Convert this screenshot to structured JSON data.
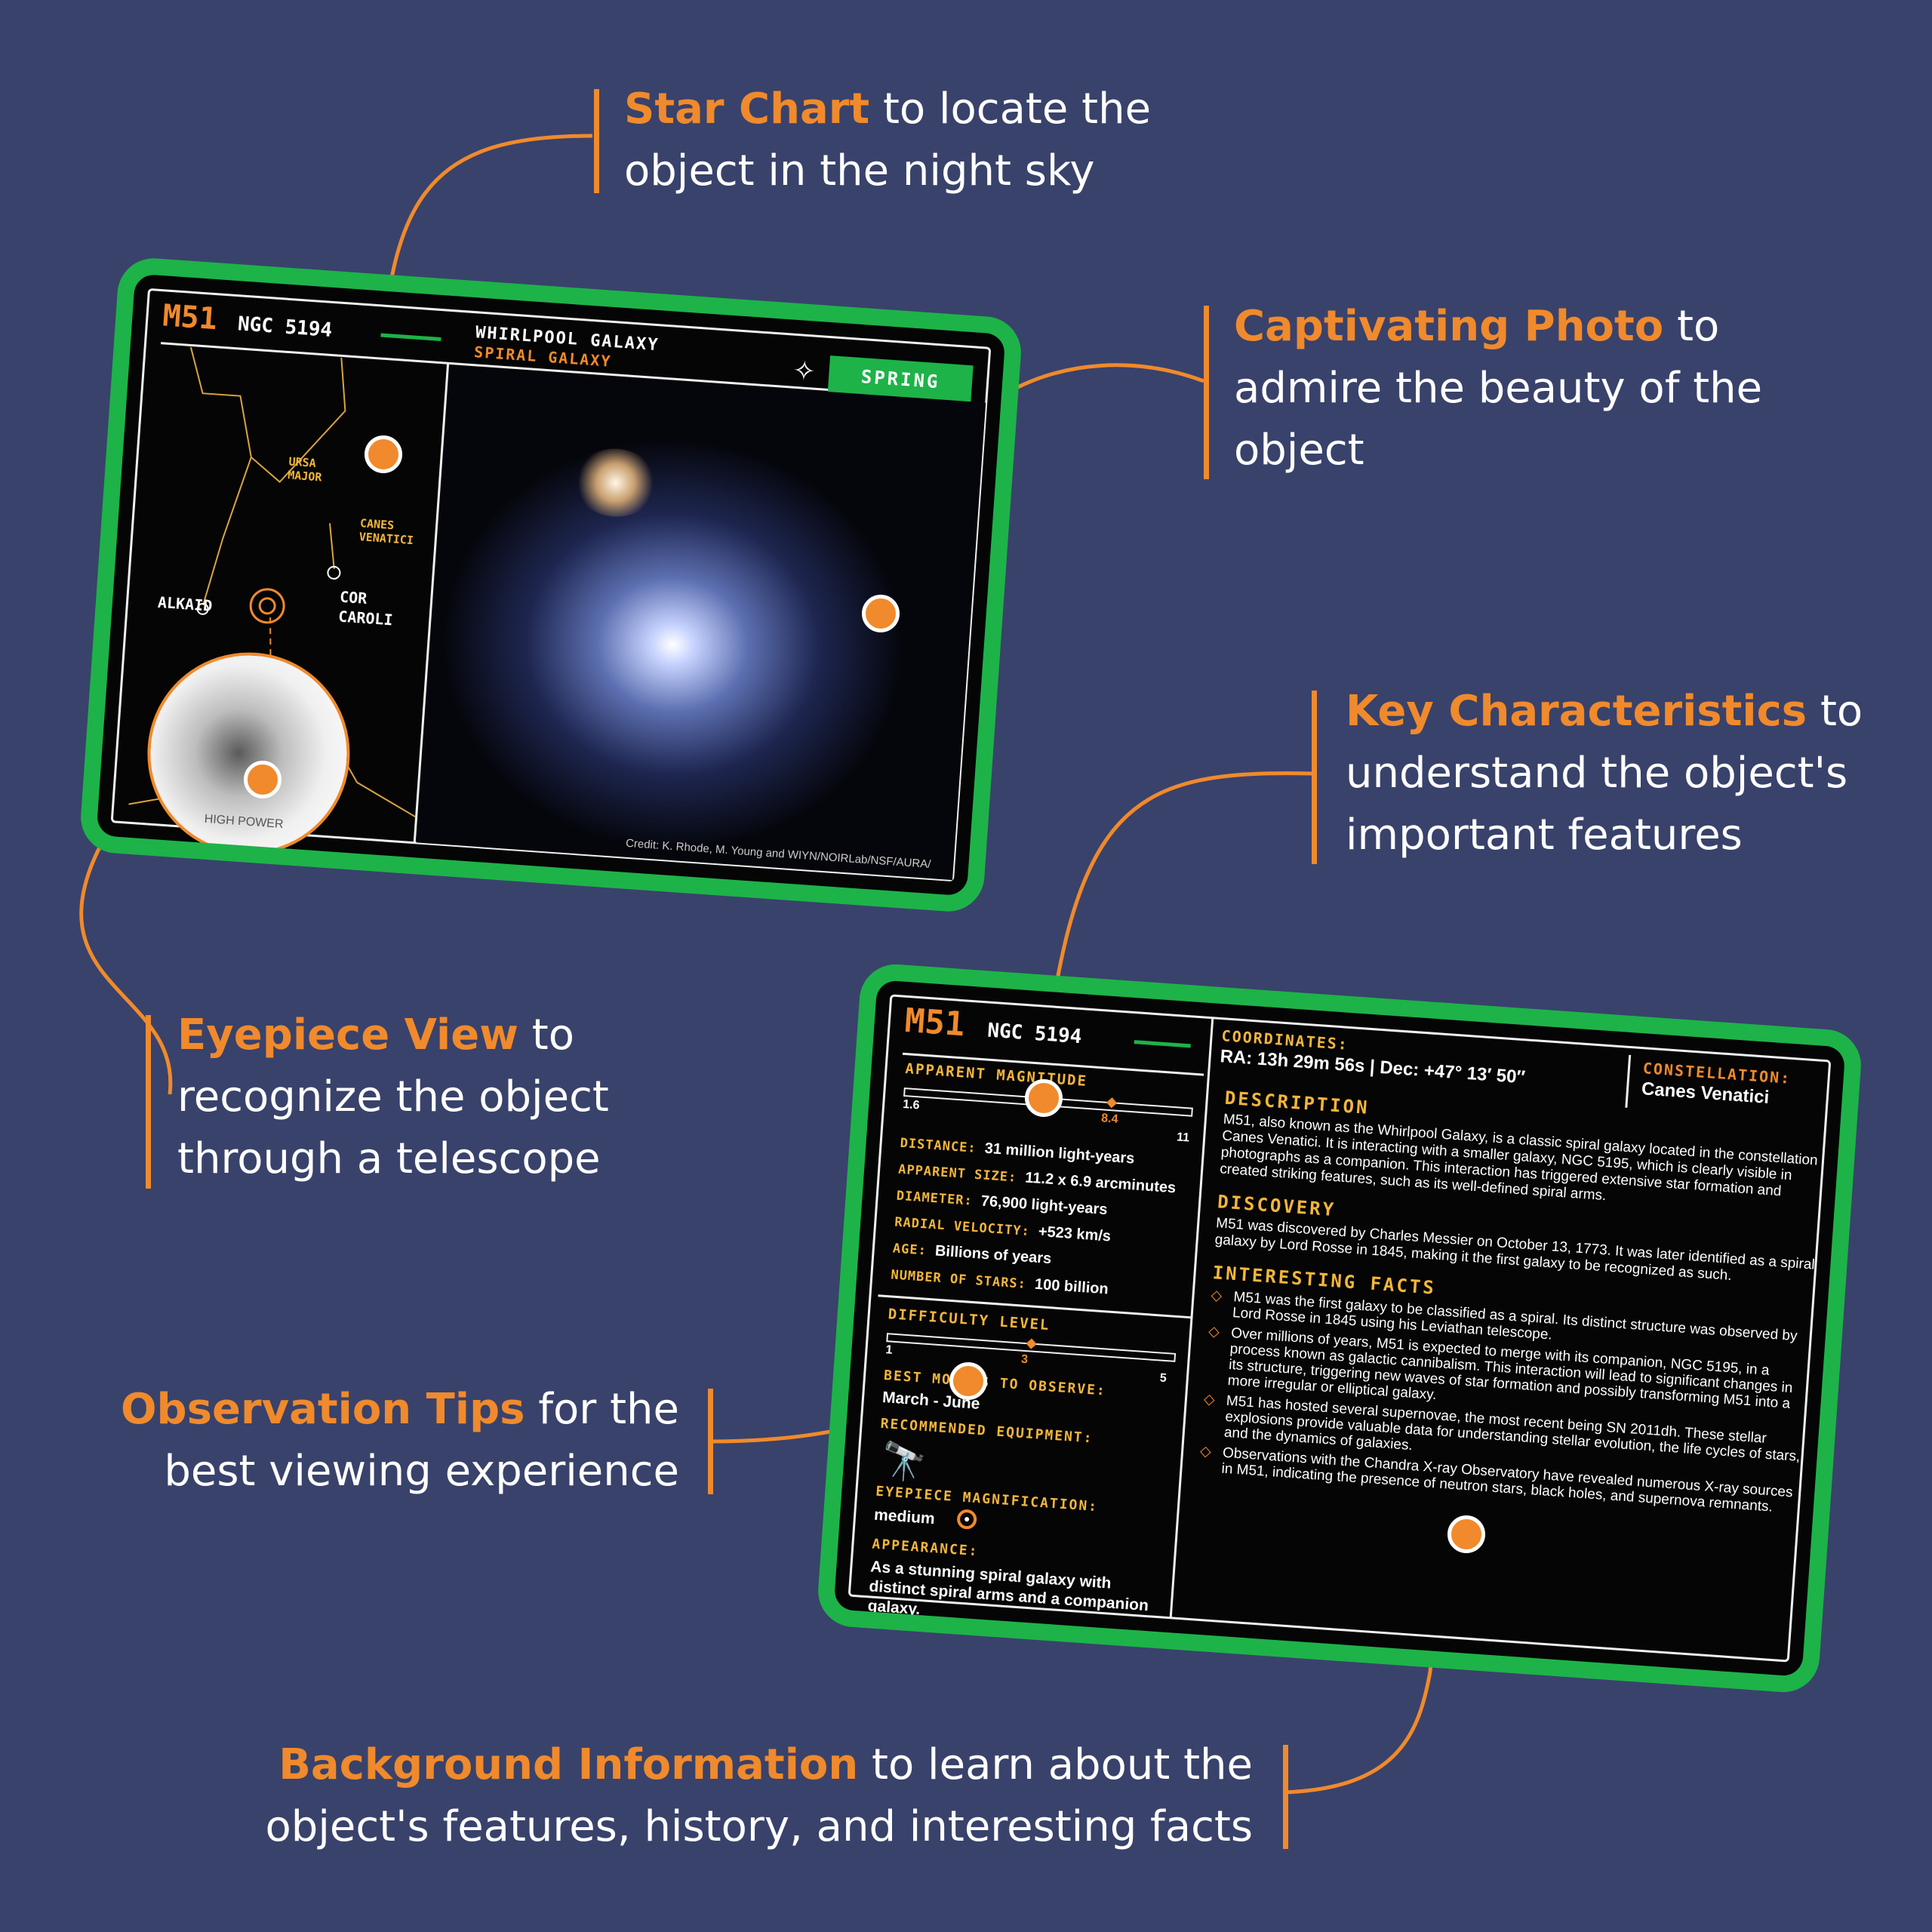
{
  "callouts": {
    "star_chart": {
      "highlight": "Star Chart",
      "rest1": " to locate the",
      "rest2": "object in the night sky"
    },
    "photo": {
      "highlight": "Captivating Photo",
      "rest1": " to",
      "rest2": "admire the beauty of the",
      "rest3": "object"
    },
    "key": {
      "highlight": "Key Characteristics",
      "rest1": " to",
      "rest2": "understand the object's",
      "rest3": "important features"
    },
    "eyepiece": {
      "highlight": "Eyepiece View",
      "rest1": " to",
      "rest2": "recognize the object",
      "rest3": "through a telescope"
    },
    "tips": {
      "highlight": "Observation Tips",
      "rest1": " for the",
      "rest2": "best viewing experience"
    },
    "background": {
      "highlight": "Background Information",
      "rest1": " to learn about the",
      "rest2": "object's features, history, and interesting facts"
    }
  },
  "front_card": {
    "id": "M51",
    "ngc": "NGC 5194",
    "name": "WHIRLPOOL GALAXY",
    "type": "SPIRAL GALAXY",
    "season": "SPRING",
    "chart_labels": {
      "ursa": "URSA",
      "major": "MAJOR",
      "canes": "CANES",
      "venatici": "VENATICI",
      "alkaid": "ALKAID",
      "cor": "COR",
      "caroli": "CAROLI"
    },
    "eyepiece_label": "HIGH POWER",
    "credit": "Credit: K. Rhode, M. Young and WIYN/NOIRLab/NSF/AURA/"
  },
  "back_card": {
    "id": "M51",
    "ngc": "NGC 5194",
    "coordinates_label": "COORDINATES:",
    "coordinates": "RA: 13h 29m 56s | Dec: +47° 13′ 50″",
    "constellation_label": "CONSTELLATION:",
    "constellation": "Canes Venatici",
    "apparent_magnitude_label": "APPARENT MAGNITUDE",
    "magnitude": {
      "min": "1.6",
      "value": "8.4",
      "max": "11",
      "fraction": 0.72
    },
    "stats": [
      {
        "label": "DISTANCE:",
        "value": "31 million light-years"
      },
      {
        "label": "APPARENT SIZE:",
        "value": "11.2 x 6.9 arcminutes"
      },
      {
        "label": "DIAMETER:",
        "value": "76,900 light-years"
      },
      {
        "label": "RADIAL VELOCITY:",
        "value": "+523 km/s"
      },
      {
        "label": "AGE:",
        "value": "Billions of years"
      },
      {
        "label": "NUMBER OF STARS:",
        "value": "100 billion"
      }
    ],
    "difficulty_label": "DIFFICULTY LEVEL",
    "difficulty": {
      "min": "1",
      "value": "3",
      "max": "5",
      "fraction": 0.5
    },
    "best_months_label": "BEST MONTHS TO OBSERVE:",
    "best_months": "March - June",
    "equipment_label": "RECOMMENDED EQUIPMENT:",
    "magnification_label": "EYEPIECE MAGNIFICATION:",
    "magnification": "medium",
    "appearance_label": "APPEARANCE:",
    "appearance": "As a stunning spiral galaxy with distinct spiral arms and a companion galaxy.",
    "description_label": "DESCRIPTION",
    "description": "M51, also known as the Whirlpool Galaxy, is a classic spiral galaxy located in the constellation Canes Venatici. It is interacting with a smaller galaxy, NGC 5195, which is clearly visible in photographs as a companion. This interaction has triggered extensive star formation and created striking features, such as its well-defined spiral arms.",
    "discovery_label": "DISCOVERY",
    "discovery": "M51 was discovered by Charles Messier on October 13, 1773. It was later identified as a spiral galaxy by Lord Rosse in 1845, making it the first galaxy to be recognized as such.",
    "facts_label": "INTERESTING FACTS",
    "facts": [
      "M51 was the first galaxy to be classified as a spiral. Its distinct structure was observed by Lord Rosse in 1845 using his Leviathan telescope.",
      "Over millions of years, M51 is expected to merge with its companion, NGC 5195, in a process known as galactic cannibalism. This interaction will lead to significant changes in its structure, triggering new waves of star formation and possibly transforming M51 into a more irregular or elliptical galaxy.",
      "M51 has hosted several supernovae, the most recent being SN 2011dh. These stellar explosions provide valuable data for understanding stellar evolution, the life cycles of stars, and the dynamics of galaxies.",
      "Observations with the Chandra X-ray Observatory have revealed numerous X-ray sources in M51, indicating the presence of neutron stars, black holes, and supernova remnants."
    ]
  },
  "colors": {
    "background": "#39426b",
    "accent": "#f08a2c",
    "card_border": "#1db348",
    "gold": "#f4b63b"
  }
}
